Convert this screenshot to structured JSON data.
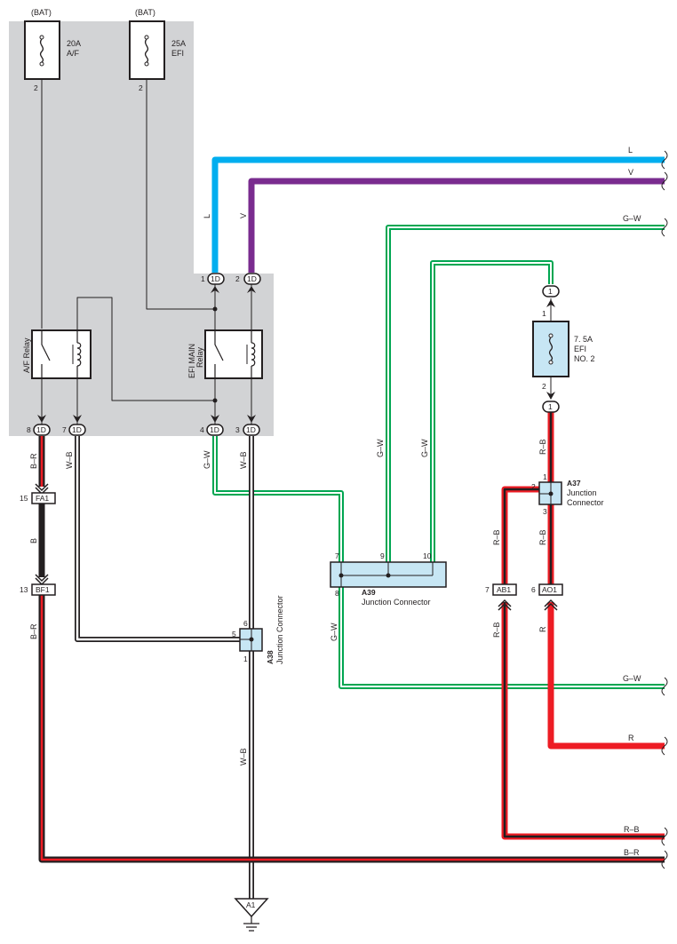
{
  "colors": {
    "panel": "#d2d3d5",
    "wire_L": "#00aeef",
    "wire_V": "#7a2c8f",
    "wire_GW": "#00a651",
    "wire_R": "#ed1c24",
    "wire_B": "#231f20",
    "box_fill": "#c7e6f4",
    "ink": "#231f20"
  },
  "fuses": {
    "af": {
      "source": "(BAT)",
      "rating": "20A",
      "name": "A/F",
      "pin": "2"
    },
    "efi": {
      "source": "(BAT)",
      "rating": "25A",
      "name": "EFI",
      "pin": "2"
    },
    "efi2": {
      "rating": "7. 5A",
      "name1": "EFI",
      "name2": "NO. 2",
      "pin_top": "1",
      "pin_bottom": "2",
      "conn_top": "1",
      "conn_bottom": "1"
    }
  },
  "relays": {
    "af": {
      "name": "A/F Relay"
    },
    "efi_main": {
      "name1": "EFI MAIN",
      "name2": "Relay"
    }
  },
  "connectors": {
    "c1d_1": {
      "code": "1D",
      "pin": "1"
    },
    "c1d_2": {
      "code": "1D",
      "pin": "2"
    },
    "c1d_8": {
      "code": "1D",
      "pin": "8"
    },
    "c1d_7": {
      "code": "1D",
      "pin": "7"
    },
    "c1d_4": {
      "code": "1D",
      "pin": "4"
    },
    "c1d_3": {
      "code": "1D",
      "pin": "3"
    },
    "fa1": {
      "code": "FA1",
      "pin": "15"
    },
    "bf1": {
      "code": "BF1",
      "pin": "13"
    },
    "ab1": {
      "code": "AB1",
      "pin": "7"
    },
    "ao1": {
      "code": "AO1",
      "pin": "6"
    }
  },
  "junctions": {
    "a37": {
      "code": "A37",
      "name1": "Junction",
      "name2": "Connector",
      "pin1": "1",
      "pin2": "2",
      "pin3": "3"
    },
    "a38": {
      "code": "A38",
      "name": "Junction Connector",
      "pin5": "5",
      "pin6": "6",
      "pin1": "1"
    },
    "a39": {
      "code": "A39",
      "name": "Junction Connector",
      "pin7": "7",
      "pin9": "9",
      "pin10": "10",
      "pin8": "8"
    }
  },
  "ground": {
    "code": "A1"
  },
  "wire_labels": {
    "L_vert": "L",
    "V_vert": "V",
    "L_right": "L",
    "V_right": "V",
    "gw_top_right": "G–W",
    "gw_mid_right": "G–W",
    "gw_vert_9": "G–W",
    "gw_vert_10": "G–W",
    "gw_pin4": "G–W",
    "gw_pin8": "G–W",
    "br_pin8": "B–R",
    "wb_pin7": "W–B",
    "wb_pin3": "W–B",
    "b_fa1": "B",
    "br_bf1": "B–R",
    "wb_a38": "W–B",
    "rb_efi2": "R–B",
    "rb_a37_3": "R–B",
    "rb_a37_2": "R–B",
    "rb_ab1": "R–B",
    "r_ao1": "R",
    "r_right": "R",
    "rb_right": "R–B",
    "br_right": "B–R"
  }
}
